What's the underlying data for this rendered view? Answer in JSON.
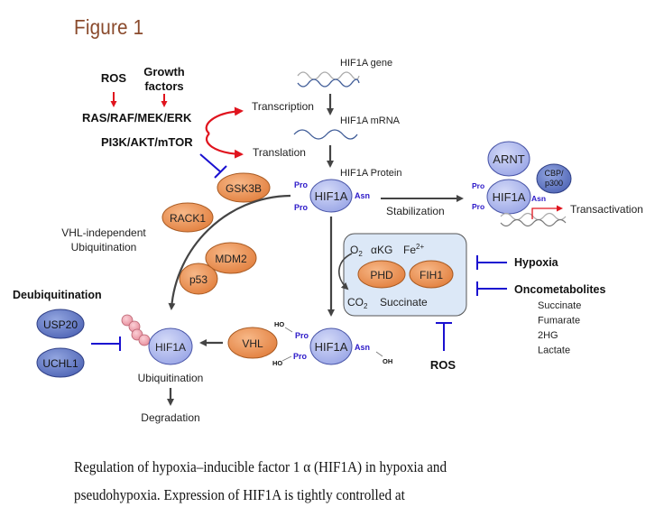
{
  "figure": {
    "title": "Figure 1",
    "caption_lines": [
      "Regulation of hypoxia–inducible factor 1 α (HIF1A) in hypoxia and",
      "pseudohypoxia. Expression of HIF1A is tightly controlled at"
    ]
  },
  "colors": {
    "title": "#8a4a2c",
    "activation_arrow": "#e0141e",
    "inhibition": "#1a10d0",
    "arrow": "#444444",
    "hif1a_fill": "#b7bff0",
    "orange_fill": "#ee9a62",
    "dark_blue_fill": "#6f86cc",
    "ubiquitin_fill": "#f4a8b4",
    "box_fill": "#dce8f7",
    "residue_label": "#2b18c8"
  },
  "upstream": {
    "ros": "ROS",
    "growth_factors_1": "Growth",
    "growth_factors_2": "factors",
    "ras_pathway": "RAS/RAF/MEK/ERK",
    "pi3k_pathway": "PI3K/AKT/mTOR"
  },
  "central_dogma": {
    "gene": "HIF1A gene",
    "transcription": "Transcription",
    "mrna": "HIF1A mRNA",
    "translation": "Translation",
    "protein": "HIF1A Protein"
  },
  "nodes": {
    "hif1a": "HIF1A",
    "gsk3b": "GSK3B",
    "rack1": "RACK1",
    "mdm2": "MDM2",
    "p53": "p53",
    "vhl": "VHL",
    "arnt": "ARNT",
    "cbp_1": "CBP/",
    "cbp_2": "p300",
    "usp20": "USP20",
    "uchl1": "UCHL1",
    "phd": "PHD",
    "fih1": "FIH1"
  },
  "residues": {
    "pro": "Pro",
    "asn": "Asn",
    "ho": "HO",
    "oh": "OH"
  },
  "labels": {
    "stabilization": "Stabilization",
    "transactivation": "Transactivation",
    "vhl_independent_1": "VHL-independent",
    "vhl_independent_2": "Ubiquitination",
    "deubiquitination": "Deubiquitination",
    "ubiquitination": "Ubiquitination",
    "degradation": "Degradation",
    "hypoxia": "Hypoxia",
    "oncometabolites": "Oncometabolites",
    "ros_bottom": "ROS"
  },
  "hydroxylase_box": {
    "o2": "O",
    "o2_sub": "2",
    "akg": "αKG",
    "fe": "Fe",
    "fe_sup": "2+",
    "co2": "CO",
    "co2_sub": "2",
    "succinate": "Succinate"
  },
  "oncometabolite_list": [
    "Succinate",
    "Fumarate",
    "2HG",
    "Lactate"
  ]
}
